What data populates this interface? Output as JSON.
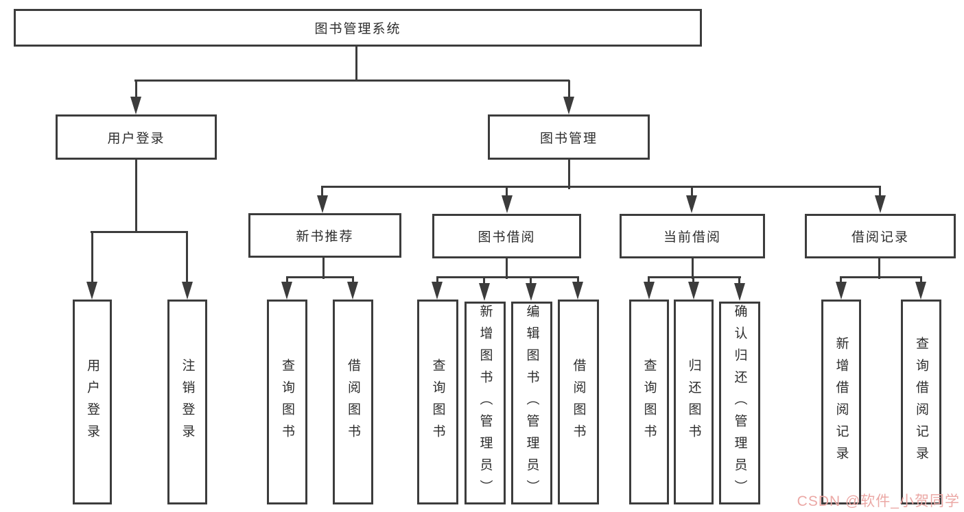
{
  "diagram": {
    "root": {
      "label": "图书管理系统"
    },
    "level2": [
      {
        "label": "用户登录"
      },
      {
        "label": "图书管理"
      }
    ],
    "level3": [
      {
        "label": "新书推荐"
      },
      {
        "label": "图书借阅"
      },
      {
        "label": "当前借阅"
      },
      {
        "label": "借阅记录"
      }
    ],
    "leaves": {
      "user_login": [
        {
          "label": "用户登录"
        },
        {
          "label": "注销登录"
        }
      ],
      "new_book": [
        {
          "label": "查询图书"
        },
        {
          "label": "借阅图书"
        }
      ],
      "book_borrow": [
        {
          "label": "查询图书"
        },
        {
          "label": "新增图书（管理员）"
        },
        {
          "label": "编辑图书（管理员）"
        },
        {
          "label": "借阅图书"
        }
      ],
      "current_borrow": [
        {
          "label": "查询图书"
        },
        {
          "label": "归还图书"
        },
        {
          "label": "确认归还（管理员）"
        }
      ],
      "borrow_record": [
        {
          "label": "新增借阅记录"
        },
        {
          "label": "查询借阅记录"
        }
      ]
    }
  },
  "watermark": {
    "text": "CSDN @软件_小贺同学",
    "color": "#eba8a5"
  },
  "colors": {
    "line": "#3c3c3c",
    "text": "#2d2d2d",
    "background": "#ffffff"
  }
}
